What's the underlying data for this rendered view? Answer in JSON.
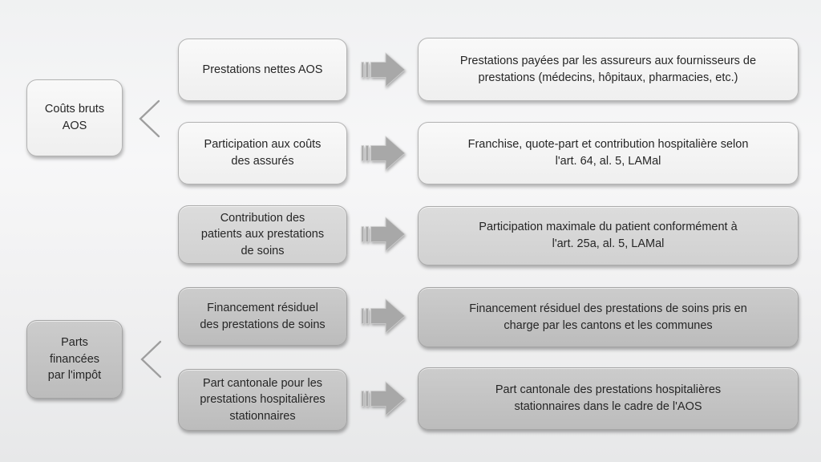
{
  "palette": {
    "bg_top": "#f0f1f2",
    "bg_bottom": "#e7e8e9",
    "box_light": "#f5f5f5",
    "box_mid": "#dcdcdc",
    "box_dark": "#cccccc",
    "arrow": "#a8a8a8",
    "bracket": "#9e9e9e",
    "text": "#262626"
  },
  "groups": [
    {
      "label": "Coûts bruts\nAOS"
    },
    {
      "label": "Parts\nfinancées\npar l'impôt"
    }
  ],
  "rows": [
    {
      "mid": "Prestations nettes AOS",
      "right": "Prestations payées par les assureurs aux fournisseurs de\nprestations (médecins, hôpitaux, pharmacies, etc.)"
    },
    {
      "mid": "Participation aux coûts\ndes assurés",
      "right": "Franchise, quote-part et contribution hospitalière selon\nl'art. 64, al. 5, LAMal"
    },
    {
      "mid": "Contribution des\npatients aux prestations\nde soins",
      "right": "Participation maximale du patient conformément à\nl'art. 25a, al. 5, LAMal"
    },
    {
      "mid": "Financement résiduel\ndes prestations de soins",
      "right": "Financement résiduel des prestations de soins pris en\ncharge par les cantons et les communes"
    },
    {
      "mid": "Part cantonale pour les\nprestations hospitalières\nstationnaires",
      "right": "Part cantonale des prestations hospitalières\nstationnaires dans le cadre de l'AOS"
    }
  ]
}
